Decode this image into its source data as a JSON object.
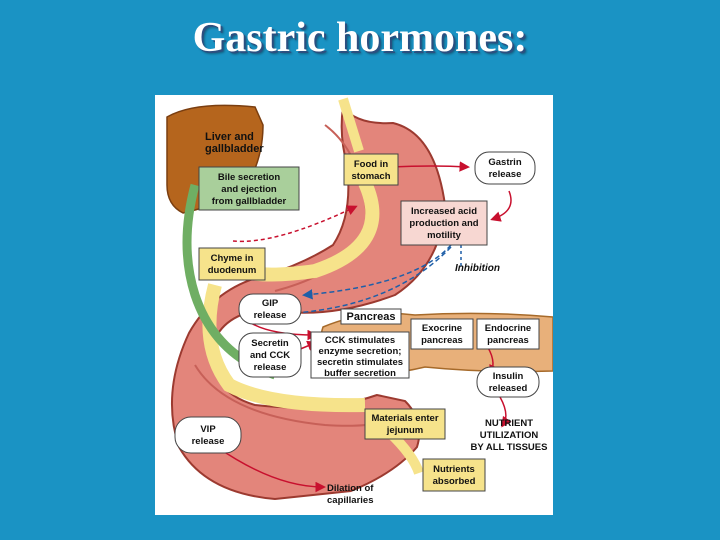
{
  "slide": {
    "title": "Gastric hormones:"
  },
  "diagram": {
    "liver": [
      "Liver and",
      "gallbladder"
    ],
    "food_stomach": [
      "Food in",
      "stomach"
    ],
    "gastrin": [
      "Gastrin",
      "release"
    ],
    "bile": [
      "Bile secretion",
      "and ejection",
      "from gallbladder"
    ],
    "acid": [
      "Increased acid",
      "production and",
      "motility"
    ],
    "inhibition": "Inhibition",
    "chyme": [
      "Chyme in",
      "duodenum"
    ],
    "gip": [
      "GIP",
      "release"
    ],
    "pancreas": "Pancreas",
    "exocrine": [
      "Exocrine",
      "pancreas"
    ],
    "endocrine": [
      "Endocrine",
      "pancreas"
    ],
    "secretin": [
      "Secretin",
      "and CCK",
      "release"
    ],
    "cck": [
      "CCK stimulates",
      "enzyme secretion;",
      "secretin stimulates",
      "buffer secretion"
    ],
    "insulin": [
      "Insulin",
      "released"
    ],
    "vip": [
      "VIP",
      "release"
    ],
    "jejunum": [
      "Materials enter",
      "jejunum"
    ],
    "nutrient_util": [
      "NUTRIENT",
      "UTILIZATION",
      "BY ALL TISSUES"
    ],
    "dilation": [
      "Dilation of",
      "capillaries"
    ],
    "nutrients": [
      "Nutrients",
      "absorbed"
    ]
  }
}
